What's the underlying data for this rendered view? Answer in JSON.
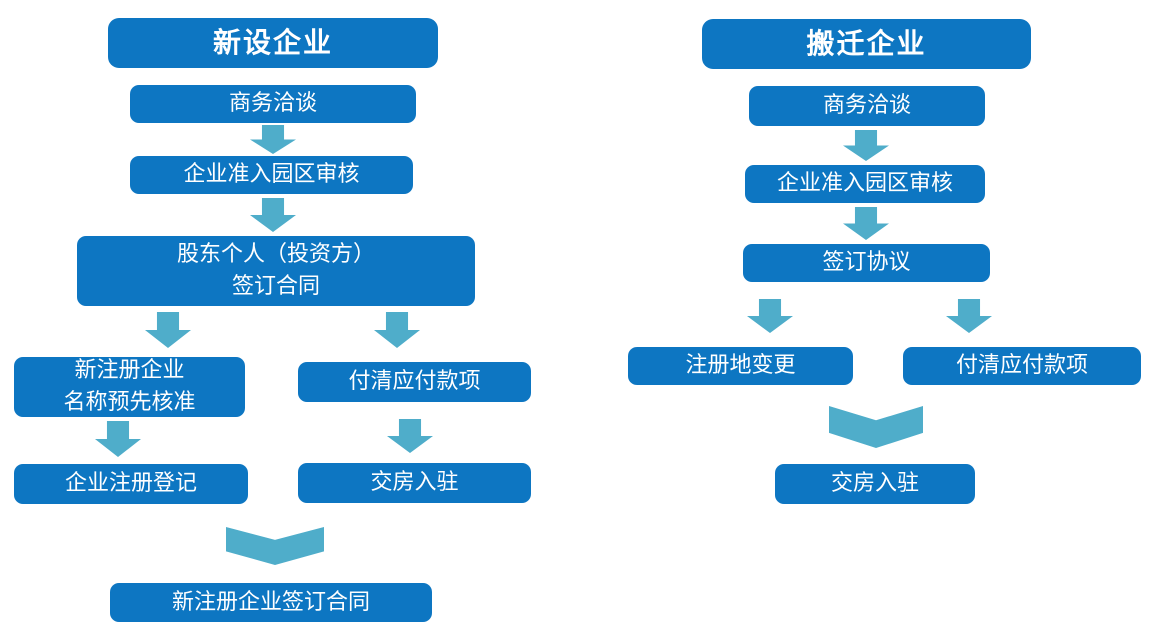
{
  "colors": {
    "node_fill": "#0d76c2",
    "arrow_fill": "#4fadca",
    "node_text": "#ffffff",
    "background": "#ffffff"
  },
  "flows": {
    "new_enterprise": {
      "title": "新设企业",
      "steps": {
        "business_talk": "商务洽谈",
        "park_review": "企业准入园区审核",
        "shareholder_contract": "股东个人（投资方）\n签订合同",
        "name_preapproval": "新注册企业\n名称预先核准",
        "pay_dues": "付清应付款项",
        "registration": "企业注册登记",
        "move_in": "交房入驻",
        "final_contract": "新注册企业签订合同"
      }
    },
    "relocating_enterprise": {
      "title": "搬迁企业",
      "steps": {
        "business_talk": "商务洽谈",
        "park_review": "企业准入园区审核",
        "sign_agreement": "签订协议",
        "address_change": "注册地变更",
        "pay_dues": "付清应付款项",
        "move_in": "交房入驻"
      }
    }
  }
}
